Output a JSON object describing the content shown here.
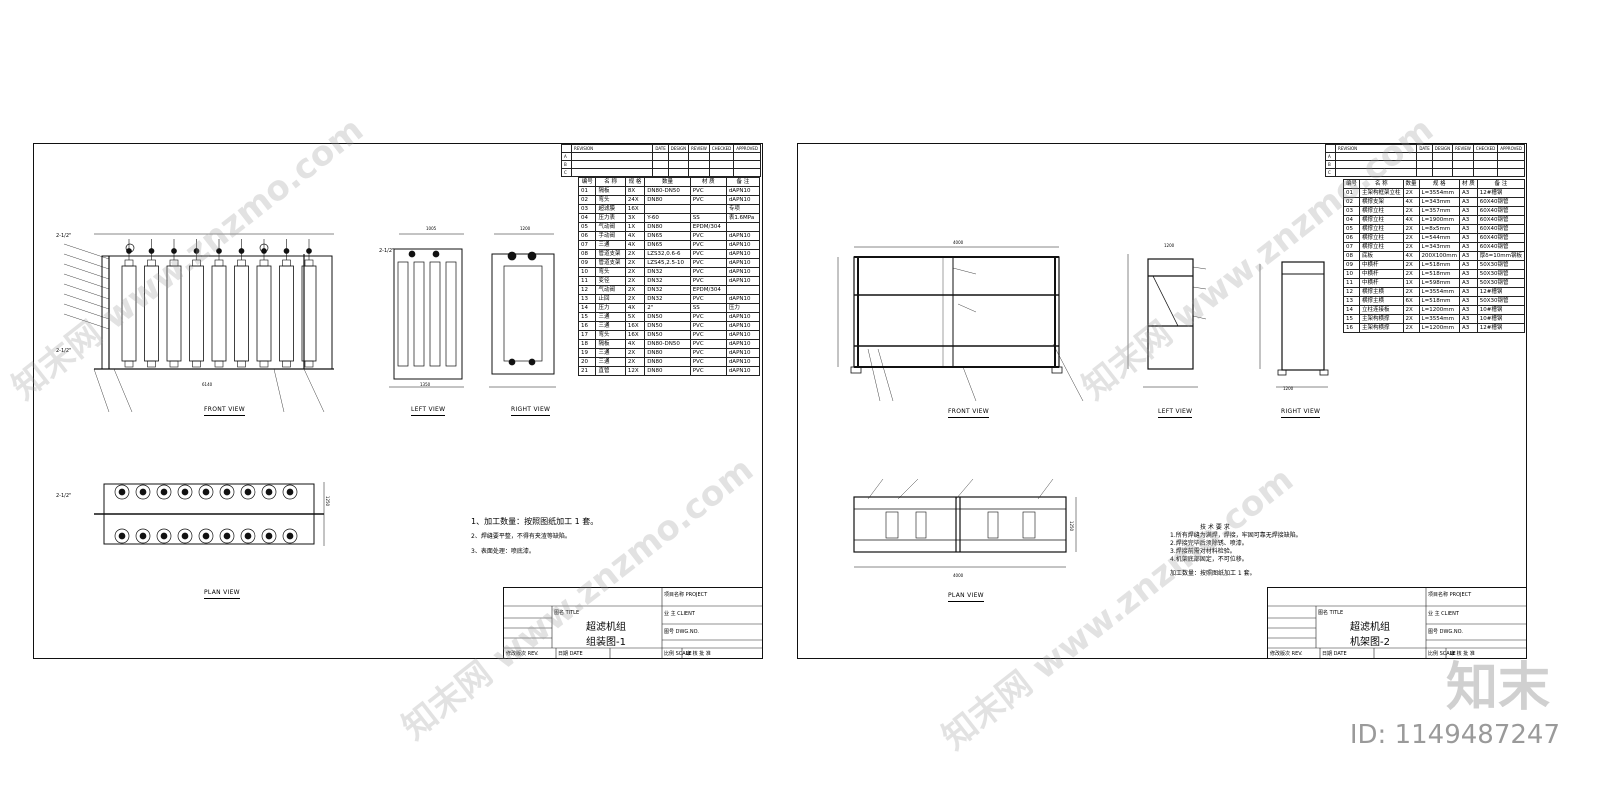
{
  "sheet1": {
    "views": {
      "front": "FRONT VIEW",
      "left": "LEFT VIEW",
      "right": "RIGHT VIEW",
      "plan": "PLAN VIEW"
    },
    "rev_header": "REVISION",
    "rev_cols": [
      "DATE",
      "DESIGN",
      "REVIEW",
      "CHECKED",
      "APPROVED"
    ],
    "rev_marks": [
      "A",
      "B",
      "C"
    ],
    "bom_header": [
      "编号",
      "名 称",
      "规 格",
      "数量",
      "材 质",
      "备 注"
    ],
    "bom_rows": [
      [
        "01",
        "隔板",
        "8X",
        "DN80-DN50",
        "PVC",
        "dAPN10"
      ],
      [
        "02",
        "弯头",
        "24X",
        "DN80",
        "PVC",
        "dAPN10"
      ],
      [
        "03",
        "超滤膜",
        "16X",
        "",
        "",
        "专项"
      ],
      [
        "04",
        "压力表",
        "3X",
        "Y-60",
        "SS",
        "表1.6MPa"
      ],
      [
        "05",
        "气动阀",
        "1X",
        "DN80",
        "EPDM/304",
        ""
      ],
      [
        "06",
        "手动阀",
        "4X",
        "DN65",
        "PVC",
        "dAPN10"
      ],
      [
        "07",
        "三通",
        "4X",
        "DN65",
        "PVC",
        "dAPN10"
      ],
      [
        "08",
        "管道支架",
        "2X",
        "LZS32,0.6-6",
        "PVC",
        "dAPN10"
      ],
      [
        "09",
        "管道支架",
        "2X",
        "LZS45,2.5-10",
        "PVC",
        "dAPN10"
      ],
      [
        "10",
        "弯头",
        "2X",
        "DN32",
        "PVC",
        "dAPN10"
      ],
      [
        "11",
        "变径",
        "2X",
        "DN32",
        "PVC",
        "dAPN10"
      ],
      [
        "12",
        "气动阀",
        "2X",
        "DN32",
        "EPDM/304",
        ""
      ],
      [
        "13",
        "止回",
        "2X",
        "DN32",
        "PVC",
        "dAPN10"
      ],
      [
        "14",
        "压力",
        "4X",
        "2\"",
        "SS",
        "压力"
      ],
      [
        "15",
        "三通",
        "5X",
        "DN50",
        "PVC",
        "dAPN10"
      ],
      [
        "16",
        "三通",
        "16X",
        "DN50",
        "PVC",
        "dAPN10"
      ],
      [
        "17",
        "弯头",
        "16X",
        "DN50",
        "PVC",
        "dAPN10"
      ],
      [
        "18",
        "隔板",
        "4X",
        "DN80-DN50",
        "PVC",
        "dAPN10"
      ],
      [
        "19",
        "三通",
        "2X",
        "DN80",
        "PVC",
        "dAPN10"
      ],
      [
        "20",
        "三通",
        "2X",
        "DN80",
        "PVC",
        "dAPN10"
      ],
      [
        "21",
        "直管",
        "12X",
        "DN80",
        "PVC",
        "dAPN10"
      ]
    ],
    "notes": [
      "1、加工数量：按照图纸加工 1 套。",
      "2、焊缝要平整，不得有夹渣等缺陷。",
      "3、表面处理：喷底漆。"
    ],
    "title_block": {
      "title_label": "图名 TITLE",
      "title_line1": "超滤机组",
      "title_line2": "组装图-1",
      "project_label": "项目名称 PROJECT",
      "client_label": "业 主 CLIENT",
      "dwg_label": "图号 DWG.NO.",
      "scale_label": "比例 SCALE",
      "rev_label": "修改版次 REV.",
      "footer": "审 核 批 准",
      "date_label": "日期 DATE"
    },
    "dims": {
      "left_w": "1005",
      "left_h": "1350",
      "right_w": "1200",
      "front_w": "6140",
      "plan_h": "1250"
    },
    "pipe_label": "2-1/2\""
  },
  "sheet2": {
    "views": {
      "front": "FRONT VIEW",
      "left": "LEFT VIEW",
      "right": "RIGHT VIEW",
      "plan": "PLAN VIEW"
    },
    "rev_header": "REVISION",
    "rev_cols": [
      "DATE",
      "DESIGN",
      "REVIEW",
      "CHECKED",
      "APPROVED"
    ],
    "rev_marks": [
      "A",
      "B",
      "C"
    ],
    "bom_header": [
      "编号",
      "名 称",
      "数量",
      "规 格",
      "材 质",
      "备 注"
    ],
    "bom_rows": [
      [
        "01",
        "主架构框架立柱",
        "2X",
        "L=3554mm",
        "A3",
        "12#槽钢"
      ],
      [
        "02",
        "横撑支架",
        "4X",
        "L=343mm",
        "A3",
        "60X40钢管"
      ],
      [
        "03",
        "横撑立柱",
        "2X",
        "L=357mm",
        "A3",
        "60X40钢管"
      ],
      [
        "04",
        "横撑立柱",
        "4X",
        "L=1900mm",
        "A3",
        "60X40钢管"
      ],
      [
        "05",
        "横撑立柱",
        "2X",
        "L=8x5mm",
        "A3",
        "60X40钢管"
      ],
      [
        "06",
        "横撑立柱",
        "2X",
        "L=544mm",
        "A3",
        "60X40钢管"
      ],
      [
        "07",
        "横撑立柱",
        "2X",
        "L=343mm",
        "A3",
        "60X40钢管"
      ],
      [
        "08",
        "底板",
        "4X",
        "200X100mm",
        "A3",
        "厚δ=10mm钢板"
      ],
      [
        "09",
        "中横杆",
        "2X",
        "L=518mm",
        "A3",
        "50X30钢管"
      ],
      [
        "10",
        "中横杆",
        "2X",
        "L=518mm",
        "A3",
        "50X30钢管"
      ],
      [
        "11",
        "中横杆",
        "1X",
        "L=598mm",
        "A3",
        "50X30钢管"
      ],
      [
        "12",
        "横撑主横",
        "2X",
        "L=3554mm",
        "A3",
        "12#槽钢"
      ],
      [
        "13",
        "横撑主横",
        "6X",
        "L=518mm",
        "A3",
        "50X30钢管"
      ],
      [
        "14",
        "立柱连接板",
        "2X",
        "L=1200mm",
        "A3",
        "10#槽钢"
      ],
      [
        "15",
        "主架构横撑",
        "2X",
        "L=3554mm",
        "A3",
        "10#槽钢"
      ],
      [
        "16",
        "主架构横撑",
        "2X",
        "L=1200mm",
        "A3",
        "12#槽钢"
      ]
    ],
    "notes_title": "技 术 要 求",
    "notes": [
      "1.所有焊缝为满焊，焊接，牢固可靠无焊接缺陷。",
      "2.焊接完毕后须除锈、喷漆。",
      "3.焊接前需对材料检验。",
      "4.机架底部固定，不可位移。"
    ],
    "qty_note": "加工数量：按照图纸加工 1 套。",
    "title_block": {
      "title_label": "图名 TITLE",
      "title_line1": "超滤机组",
      "title_line2": "机架图-2",
      "project_label": "项目名称 PROJECT",
      "client_label": "业 主 CLIENT",
      "dwg_label": "图号 DWG.NO.",
      "scale_label": "比例 SCALE",
      "rev_label": "修改版次 REV.",
      "footer": "审 核 批 准",
      "date_label": "日期 DATE"
    },
    "dims": {
      "front_w": "4000",
      "left_w": "1200",
      "right_w": "1200",
      "plan_w": "4000",
      "plan_h": "1250"
    }
  },
  "watermark": "知末网 www.znzmo.com",
  "brand": "知末",
  "id_text": "ID: 1149487247"
}
